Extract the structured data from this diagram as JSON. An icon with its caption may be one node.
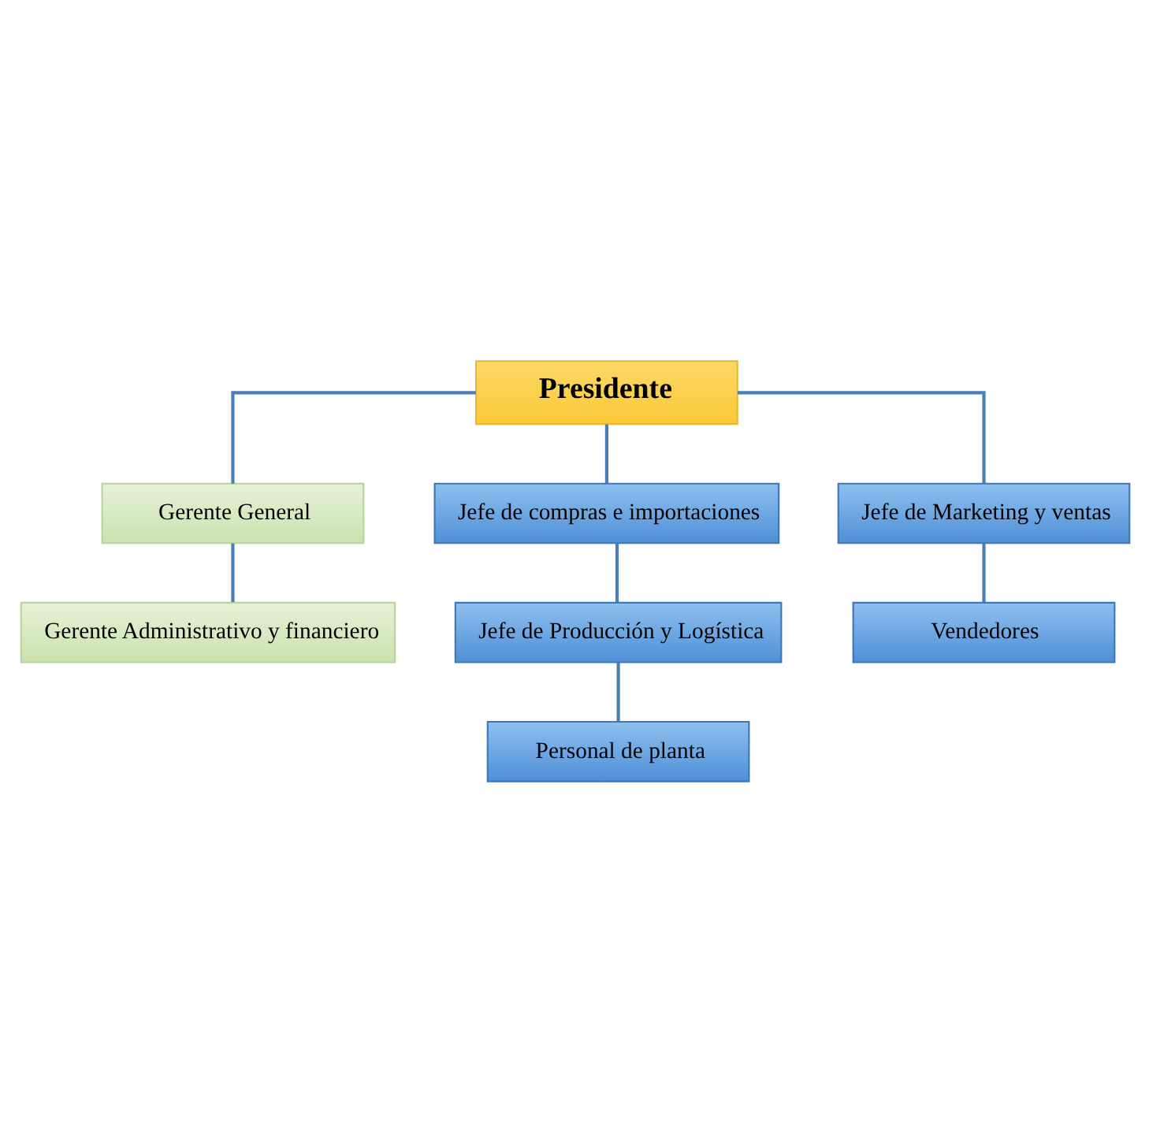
{
  "diagram": {
    "nodes": [
      {
        "text": [
          "Presidente"
        ]
      },
      {
        "text": [
          "Gerente General"
        ]
      },
      {
        "text": [
          "Gerente Administrativo y financiero"
        ]
      },
      {
        "text": [
          "Jefe de compras e importaciones"
        ]
      },
      {
        "text": [
          "Jefe de Marketing y ventas"
        ]
      },
      {
        "text": [
          "Vendedores"
        ]
      },
      {
        "text": [
          "Jefe de Producción y Logística"
        ]
      },
      {
        "text": [
          "Personal de planta"
        ]
      }
    ],
    "edges": [
      {
        "from": 0,
        "to": 1,
        "arrow": "none"
      },
      {
        "from": 1,
        "to": 2,
        "arrow": "none"
      },
      {
        "from": 0,
        "to": 3,
        "arrow": "none"
      },
      {
        "from": 0,
        "to": 4,
        "arrow": "none"
      },
      {
        "from": 3,
        "to": 6,
        "arrow": "none"
      },
      {
        "from": 4,
        "to": 5,
        "arrow": "none"
      },
      {
        "from": 6,
        "to": 7,
        "arrow": "none"
      }
    ]
  }
}
